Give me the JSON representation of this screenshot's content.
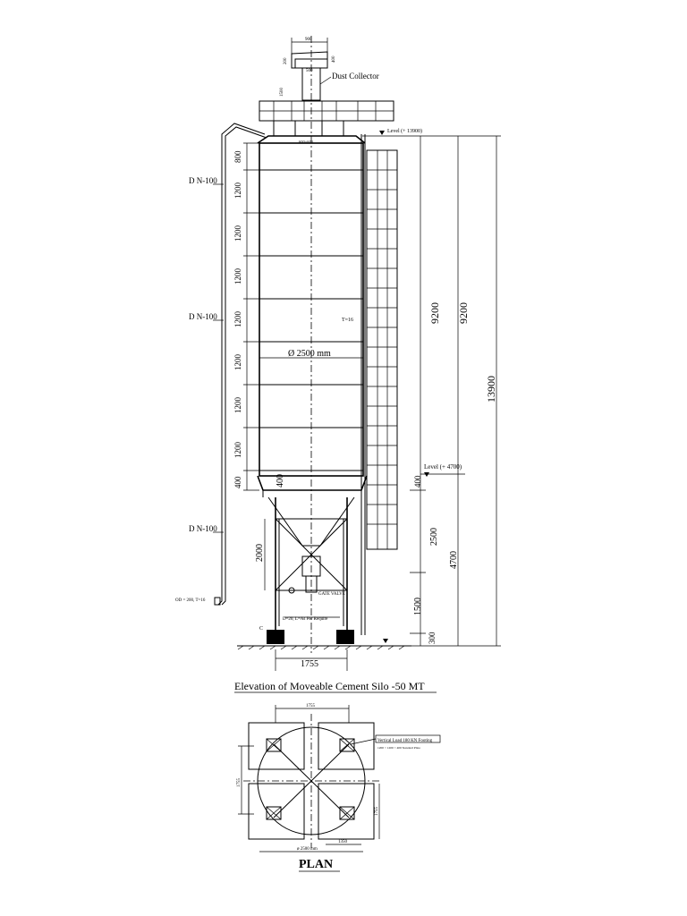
{
  "elevation": {
    "title": "Elevation of Moveable Cement Silo -50 MT",
    "dust_collector_label": "Dust Collector",
    "dim_top_width": "900",
    "dim_top_inner": "500",
    "dim_top_small_left": "200",
    "dim_top_small_right": "400",
    "dim_duct_height": "1500",
    "dim_roof_opening": "600×600",
    "level_top": "Level (+ 13900)",
    "level_mid": "Level (+ 4700)",
    "pipe_labels": [
      "D N-100",
      "D N-100",
      "D N-100"
    ],
    "pipe_spec": "OD = 200, T=16",
    "shell_segments": [
      "800",
      "1200",
      "1200",
      "1200",
      "1200",
      "1200",
      "1200",
      "1200",
      "400"
    ],
    "cone_label": "400",
    "diameter_label": "Ø 2500 mm",
    "thickness_label": "T=16",
    "dim_2000": "2000",
    "dim_right_9200_a": "9200",
    "dim_right_9200_b": "9200",
    "dim_right_13900": "13900",
    "dim_right_400": "400",
    "dim_right_2500": "2500",
    "dim_right_4700": "4700",
    "dim_right_1500": "1500",
    "dim_right_300": "300",
    "gate_label": "GATE VALVE",
    "bolt_label": "D=20, L=As Per Require",
    "base_width": "1755"
  },
  "plan": {
    "title": "PLAN",
    "dim_top": "1755",
    "dim_right_bottom": "1350",
    "dim_bottom": "ø 2500 mm",
    "dim_left": "1755",
    "dim_right_side": "1755",
    "footing_label_1": "Vertical Load 180 KN  Footing",
    "footing_label_2": "1200 × 1200 × 400 Standard Plate"
  }
}
